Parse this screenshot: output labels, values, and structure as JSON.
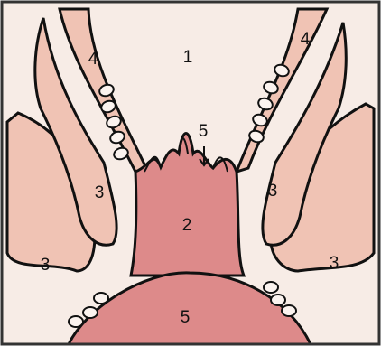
{
  "colors": {
    "background": "#f7ece6",
    "muscle": "#f0c3b4",
    "tissue": "#dd8a8a",
    "outline": "#111111",
    "gland_fill": "#fbf3ef",
    "frame": "#333333"
  },
  "labels": {
    "l1": "1",
    "l2": "2",
    "l3a": "3",
    "l3b": "3",
    "l3c": "3",
    "l3d": "3",
    "l4a": "4",
    "l4b": "4",
    "l5a": "5",
    "l5b": "5"
  }
}
